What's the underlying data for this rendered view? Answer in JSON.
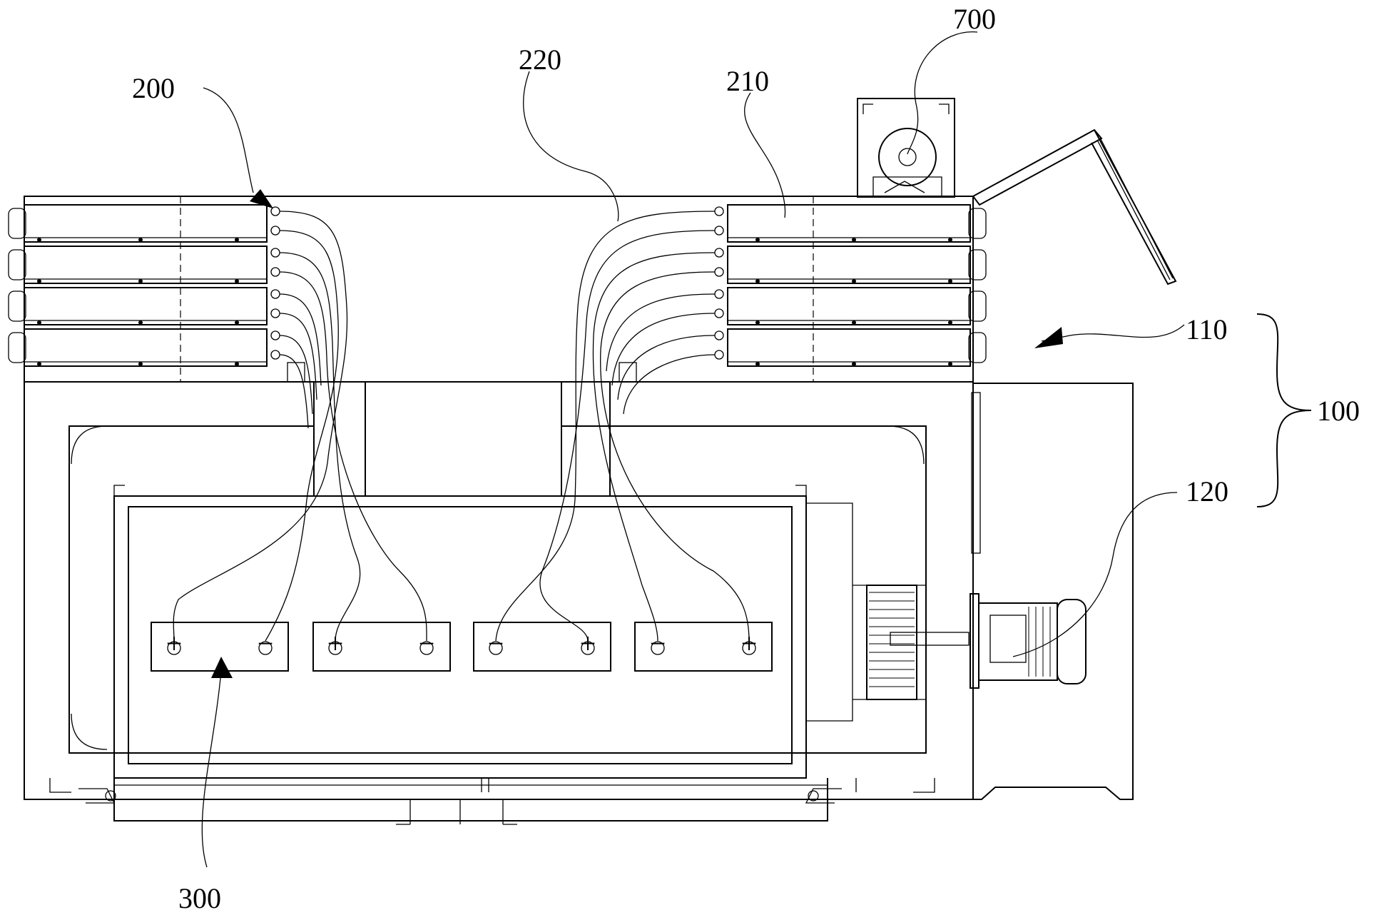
{
  "figure": {
    "background": "#ffffff",
    "line_color": "#000000"
  },
  "labels": {
    "l200": "200",
    "l220": "220",
    "l210": "210",
    "l700": "700",
    "l110": "110",
    "l100": "100",
    "l120": "120",
    "l300": "300"
  },
  "terminals": {
    "plus": "+",
    "minus": "−"
  }
}
